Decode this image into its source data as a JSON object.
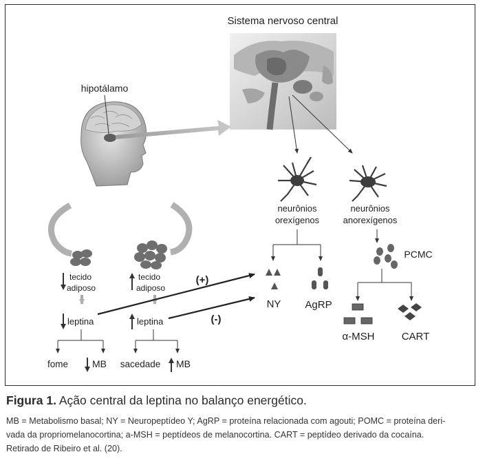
{
  "figure": {
    "labels": {
      "cns": "Sistema nervoso central",
      "hypothalamus": "hipotálamo",
      "orexigenic_line1": "neurônios",
      "orexigenic_line2": "orexígenos",
      "anorexigenic_line1": "neurônios",
      "anorexigenic_line2": "anorexígenos",
      "pomc": "PCMC",
      "ny": "NY",
      "agrp": "AgRP",
      "amsh": "α-MSH",
      "cart": "CART",
      "plus": "(+)",
      "minus": "(-)",
      "left_tissue_line1": "tecido",
      "left_tissue_line2": "adiposo",
      "right_tissue_line1": "tecido",
      "right_tissue_line2": "adiposo",
      "left_leptin": "leptina",
      "right_leptin": "leptina",
      "hunger": "fome",
      "left_mb": "MB",
      "satiety": "sacedade",
      "right_mb": "MB"
    }
  },
  "caption": {
    "number": "Figura 1.",
    "title": " Ação central da leptina no balanço energético.",
    "legend_lines": [
      "MB = Metabolismo basal; NY = Neuropeptídeo Y; AgRP = proteína relacionada com agouti; POMC = proteína deri-",
      "vada da  propriomelanocortina; a-MSH = peptídeos de melanocortina. CART = peptídeo derivado da cocaína.",
      "Retirado  de Ribeiro et al. (20)."
    ]
  },
  "colors": {
    "arrow": "#333333",
    "gray_arrow": "#a8a8a8",
    "blob": "#666666",
    "neuron": "#444444"
  }
}
